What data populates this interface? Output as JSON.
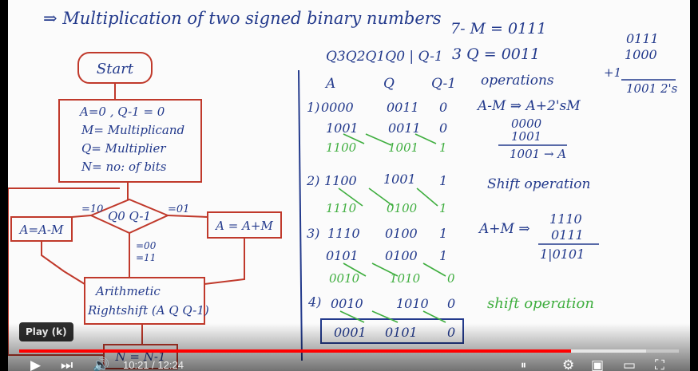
{
  "board": {
    "title": "⇒ Multiplication of two signed binary numbers",
    "flowchart": {
      "start": "Start",
      "init": [
        "A=0 , Q-1 = 0",
        "M= Multiplicand",
        "Q= Multiplier",
        "N= no: of bits"
      ],
      "decision": "Q0 Q-1",
      "edge_left": "=10",
      "edge_right": "=01",
      "edge_down": [
        "=00",
        "=11"
      ],
      "sub_box": "A=A-M",
      "add_box": "A = A+M",
      "shift_box": [
        "Arithmetic",
        "Rightshift (A Q Q-1)"
      ],
      "dec_box": "N = N-1"
    },
    "given": [
      "7- M = 0111",
      "3 Q = 0011"
    ],
    "reg_label": "Q3Q2Q1Q0 | Q-1",
    "table_headers": [
      "A",
      "Q",
      "Q-1",
      "operations"
    ],
    "table_rows": [
      {
        "step": "1)",
        "a": "0000",
        "q": "0011",
        "q1": "0"
      },
      {
        "step": "",
        "a": "1001",
        "q": "0011",
        "q1": "0"
      },
      {
        "step": "",
        "a": "1100",
        "q": "1001",
        "q1": "1"
      },
      {
        "step": "2)",
        "a": "1100",
        "q": "1001",
        "q1": "1"
      },
      {
        "step": "",
        "a": "1110",
        "q": "0100",
        "q1": "1"
      },
      {
        "step": "3)",
        "a": "1110",
        "q": "0100",
        "q1": "1"
      },
      {
        "step": "",
        "a": "0101",
        "q": "0100",
        "q1": "1"
      },
      {
        "step": "",
        "a": "0010",
        "q": "1010",
        "q1": "0"
      },
      {
        "step": "4)",
        "a": "0010",
        "q": "1010",
        "q1": "0"
      },
      {
        "step": "",
        "a": "0001",
        "q": "0101",
        "q1": "0"
      }
    ],
    "ops": {
      "sub_formula": "A-M ⇒ A+2'sM",
      "sub_lines": [
        "0000",
        "1001",
        "1001 → A"
      ],
      "shift1": "Shift operation",
      "add_formula": "A+M ⇒",
      "add_lines": [
        "1110",
        "0111",
        "1|0101"
      ],
      "shift2": "shift operation"
    },
    "side_calc": [
      "0111",
      "1000",
      "+1",
      "1001 2's"
    ]
  },
  "player": {
    "tooltip": "Play (k)",
    "time_current": "10:21",
    "time_sep": " / ",
    "time_total": "12:24",
    "progress_played": 0.836,
    "progress_loaded": 0.95,
    "icons": [
      "play-icon",
      "next-icon",
      "volume-icon",
      "autoplay-toggle-icon",
      "settings-icon",
      "miniplayer-icon",
      "theater-icon",
      "fullscreen-icon"
    ]
  }
}
